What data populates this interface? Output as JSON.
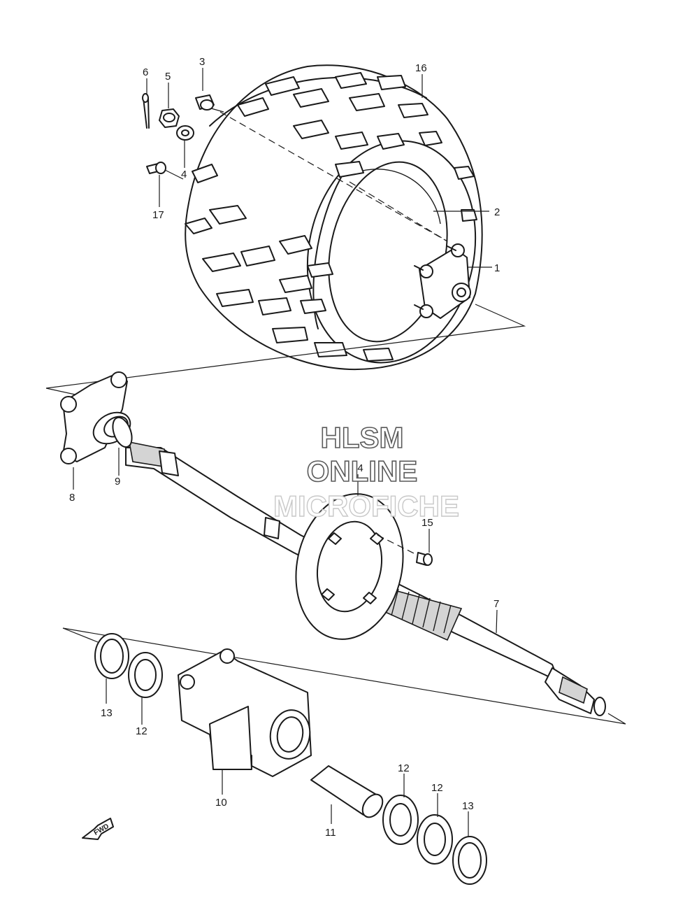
{
  "diagram": {
    "watermark": {
      "line1": "HLSM",
      "line2": "ONLINE",
      "line3": "MICROFICHE"
    },
    "fwd_label": "FWD",
    "callouts": [
      {
        "id": "1",
        "text": "1"
      },
      {
        "id": "2",
        "text": "2"
      },
      {
        "id": "3",
        "text": "3"
      },
      {
        "id": "4",
        "text": "4"
      },
      {
        "id": "5",
        "text": "5"
      },
      {
        "id": "6",
        "text": "6"
      },
      {
        "id": "7",
        "text": "7"
      },
      {
        "id": "8",
        "text": "8"
      },
      {
        "id": "9",
        "text": "9"
      },
      {
        "id": "10",
        "text": "10"
      },
      {
        "id": "11",
        "text": "11"
      },
      {
        "id": "12a",
        "text": "12"
      },
      {
        "id": "12b",
        "text": "12"
      },
      {
        "id": "12c",
        "text": "12"
      },
      {
        "id": "13a",
        "text": "13"
      },
      {
        "id": "13b",
        "text": "13"
      },
      {
        "id": "14",
        "text": "14"
      },
      {
        "id": "15",
        "text": "15"
      },
      {
        "id": "16",
        "text": "16"
      },
      {
        "id": "17",
        "text": "17"
      }
    ]
  }
}
